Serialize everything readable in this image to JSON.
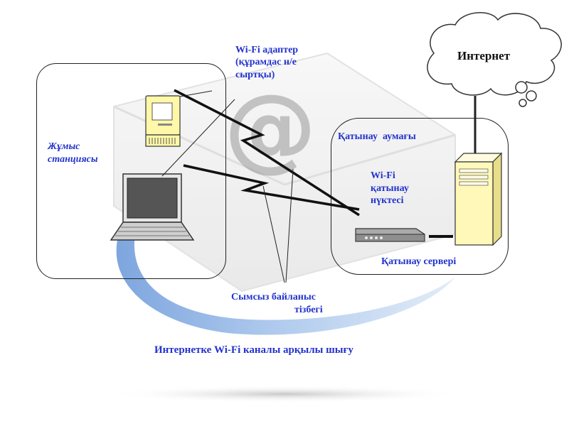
{
  "colors": {
    "label_blue": "#2233cc",
    "cloud_stroke": "#333333",
    "workstation_fill": "#fff8a8",
    "server_fill": "#fff8b8"
  },
  "labels": {
    "internet": "Интернет",
    "adapter_line1": "Wi-Fi адаптер",
    "adapter_line2": "(құрамдас н/е",
    "adapter_line3": "сыртқы)",
    "workstation_line1": "Жұмыс",
    "workstation_line2": "станциясы",
    "access_zone": "Қатынау  аумағы",
    "ap_line1": "Wi-Fi",
    "ap_line2": "қатынау",
    "ap_line3": "нүктесі",
    "server": "Қатынау сервері",
    "wireless_line1": "Сымсыз байланыс",
    "wireless_line2": "тізбегі",
    "caption": "Интернетке Wi-Fi каналы арқылы шығу"
  },
  "icons": [
    "at-sign-icon",
    "cloud-icon",
    "desktop-computer-icon",
    "laptop-icon",
    "server-tower-icon",
    "access-point-icon"
  ]
}
